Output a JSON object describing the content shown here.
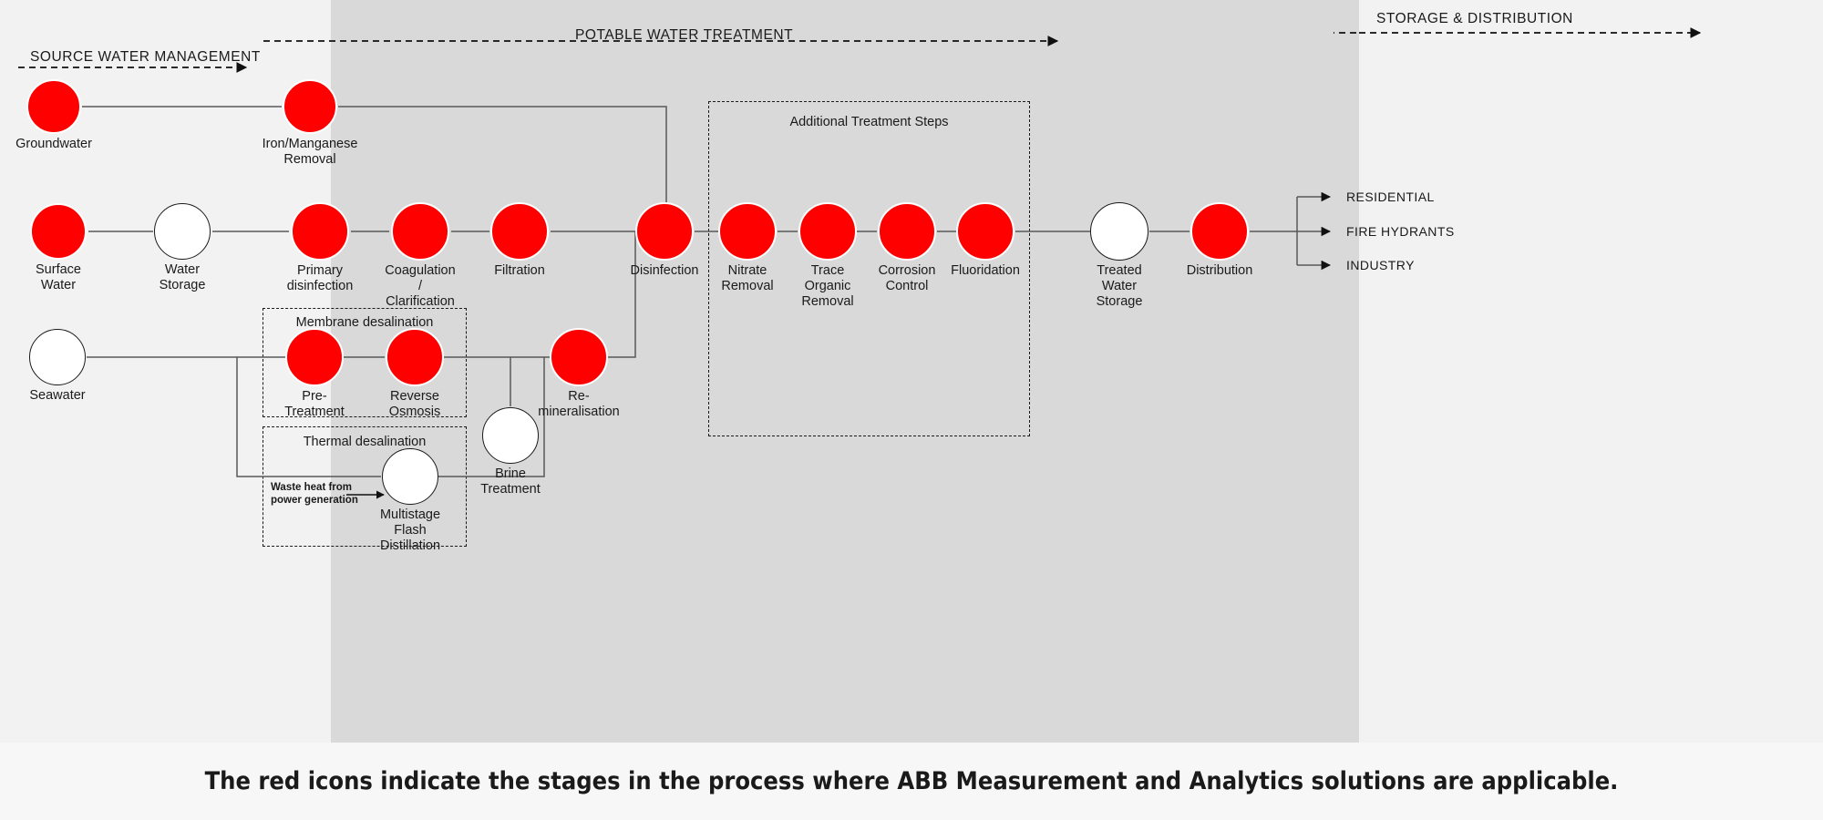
{
  "colors": {
    "accent_red": "#ff0000",
    "source_band": "#f2f2f2",
    "potable_band": "#d9d9d9",
    "storage_band": "#f2f2f2",
    "line": "#595959",
    "text": "#1a1a1a"
  },
  "zones": [
    {
      "id": "source",
      "label": "SOURCE WATER MANAGEMENT"
    },
    {
      "id": "potable",
      "label": "POTABLE WATER TREATMENT"
    },
    {
      "id": "storage",
      "label": "STORAGE & DISTRIBUTION"
    }
  ],
  "groups": [
    {
      "id": "additional-treatment",
      "title": "Additional Treatment Steps"
    },
    {
      "id": "membrane-desalination",
      "title": "Membrane desalination"
    },
    {
      "id": "thermal-desalination",
      "title": "Thermal desalination"
    }
  ],
  "nodes": [
    {
      "id": "groundwater",
      "label": "Groundwater",
      "type": "red"
    },
    {
      "id": "iron-manganese",
      "label": "Iron/Manganese\nRemoval",
      "type": "red"
    },
    {
      "id": "surface-water",
      "label": "Surface Water",
      "type": "red"
    },
    {
      "id": "water-storage",
      "label": "Water Storage",
      "type": "white"
    },
    {
      "id": "primary-disinfection",
      "label": "Primary\ndisinfection",
      "type": "red"
    },
    {
      "id": "coagulation",
      "label": "Coagulation /\nClarification",
      "type": "red"
    },
    {
      "id": "filtration",
      "label": "Filtration",
      "type": "red"
    },
    {
      "id": "disinfection",
      "label": "Disinfection",
      "type": "red"
    },
    {
      "id": "nitrate-removal",
      "label": "Nitrate\nRemoval",
      "type": "red"
    },
    {
      "id": "trace-organic",
      "label": "Trace Organic\nRemoval",
      "type": "red"
    },
    {
      "id": "corrosion-control",
      "label": "Corrosion\nControl",
      "type": "red"
    },
    {
      "id": "fluoridation",
      "label": "Fluoridation",
      "type": "red"
    },
    {
      "id": "treated-storage",
      "label": "Treated Water\nStorage",
      "type": "white"
    },
    {
      "id": "distribution",
      "label": "Distribution",
      "type": "red"
    },
    {
      "id": "seawater",
      "label": "Seawater",
      "type": "white"
    },
    {
      "id": "pre-treatment",
      "label": "Pre-Treatment",
      "type": "red"
    },
    {
      "id": "reverse-osmosis",
      "label": "Reverse\nOsmosis",
      "type": "red"
    },
    {
      "id": "re-mineralisation",
      "label": "Re-mineralisation",
      "type": "red"
    },
    {
      "id": "brine-treatment",
      "label": "Brine\nTreatment",
      "type": "white"
    },
    {
      "id": "msf-distillation",
      "label": "Multistage Flash\nDistillation",
      "type": "white"
    }
  ],
  "outlets": [
    {
      "id": "residential",
      "label": "RESIDENTIAL"
    },
    {
      "id": "fire-hydrants",
      "label": "FIRE HYDRANTS"
    },
    {
      "id": "industry",
      "label": "INDUSTRY"
    }
  ],
  "annotations": {
    "waste_heat": "Waste heat from\npower generation"
  },
  "footer": {
    "caption": "The red icons indicate the stages in the process where ABB Measurement and Analytics solutions are applicable."
  }
}
